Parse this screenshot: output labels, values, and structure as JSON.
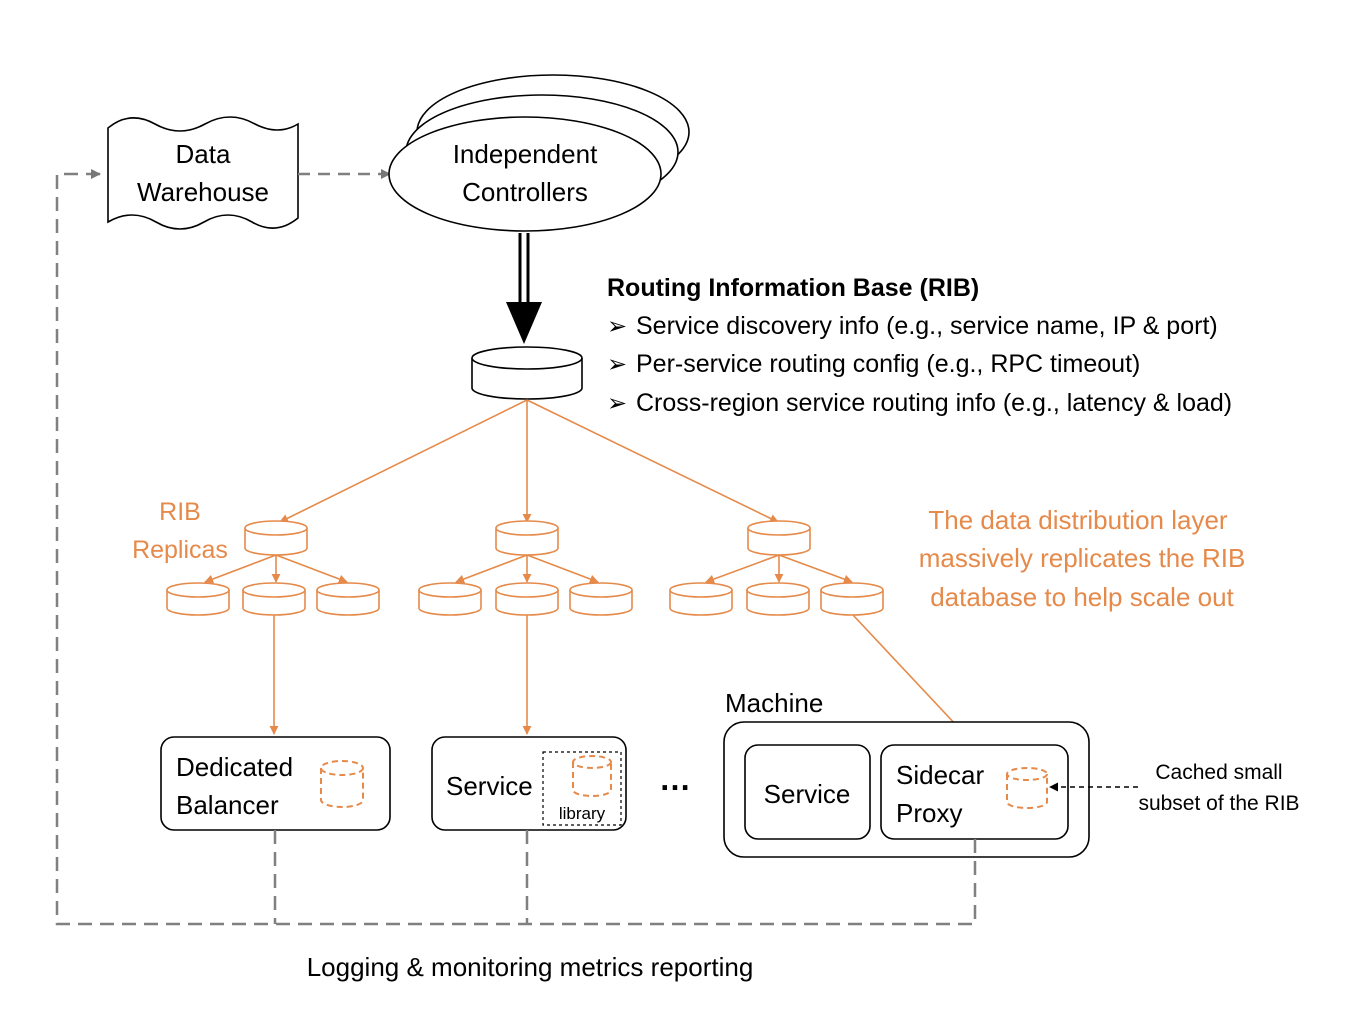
{
  "nodes": {
    "data_warehouse": {
      "line1": "Data",
      "line2": "Warehouse"
    },
    "controllers": {
      "line1": "Independent",
      "line2": "Controllers"
    },
    "dedicated_balancer": {
      "line1": "Dedicated",
      "line2": "Balancer"
    },
    "service_lib": {
      "label": "Service",
      "library": "library"
    },
    "ellipsis": "…",
    "machine": {
      "label": "Machine",
      "service": "Service",
      "sidecar_line1": "Sidecar",
      "sidecar_line2": "Proxy"
    }
  },
  "rib": {
    "title": "Routing Information Base (RIB)",
    "bullets": [
      "Service discovery info (e.g., service name, IP & port)",
      "Per-service routing config (e.g., RPC timeout)",
      "Cross-region service routing info (e.g., latency & load)"
    ],
    "bullet_marker": "➢"
  },
  "replicas": {
    "line1": "RIB",
    "line2": "Replicas"
  },
  "distribution_note": [
    "The data distribution layer",
    "massively replicates the RIB",
    "database to help scale out"
  ],
  "cache_note": {
    "line1": "Cached small",
    "line2": "subset of the RIB"
  },
  "logging_label": "Logging & monitoring metrics reporting",
  "colors": {
    "orange": "#e58a4a",
    "black": "#000000",
    "dash_gray": "#808080"
  }
}
